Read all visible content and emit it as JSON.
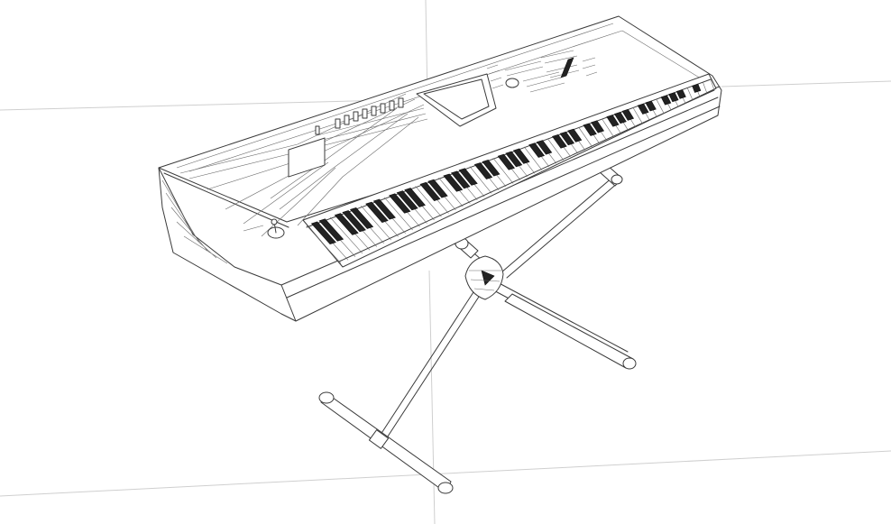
{
  "scene": {
    "subject": "keyboard-on-x-stand-wireframe",
    "background_color": "#ffffff",
    "line_color": "#3a3a3a",
    "ground_line_color": "#cfcfcf"
  },
  "keyboard": {
    "white_keys": 52,
    "black_keys": 36,
    "knobs": 8
  }
}
